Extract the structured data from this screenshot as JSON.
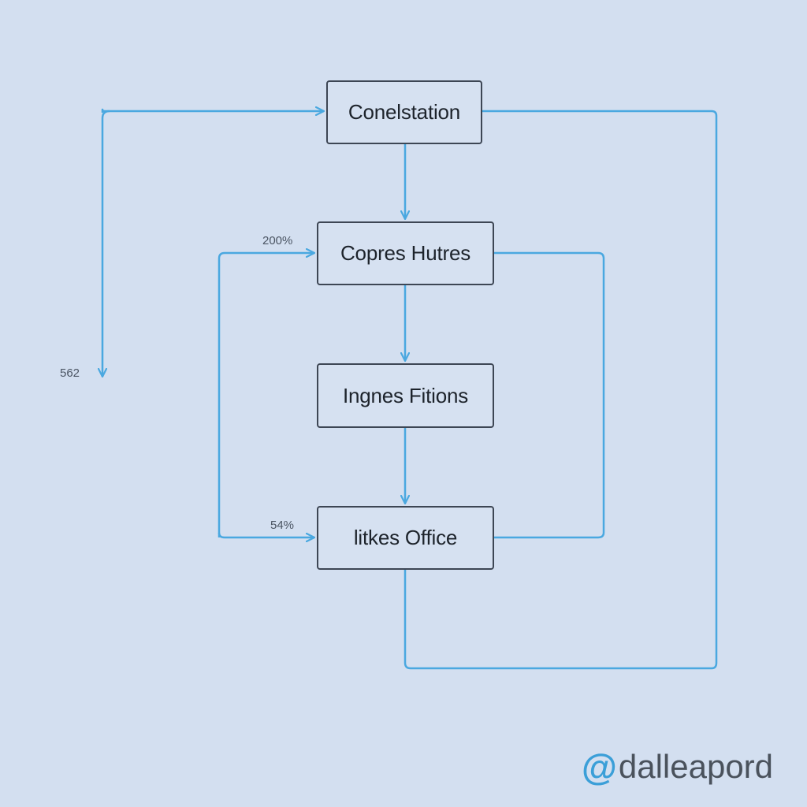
{
  "diagram": {
    "nodes": [
      {
        "id": "n1",
        "label": "Conelstation"
      },
      {
        "id": "n2",
        "label": "Copres Hutres"
      },
      {
        "id": "n3",
        "label": "Ingnes Fitions"
      },
      {
        "id": "n4",
        "label": "litkes Office"
      }
    ],
    "edge_labels": {
      "to_n2": "200%",
      "left_loop": "562",
      "to_n4": "54%"
    },
    "line_color": "#4aa8e0",
    "node_border_color": "#3d4654"
  },
  "watermark": {
    "icon": "at-sign-icon",
    "text": "dalleapord",
    "icon_color": "#3b9fd8"
  }
}
